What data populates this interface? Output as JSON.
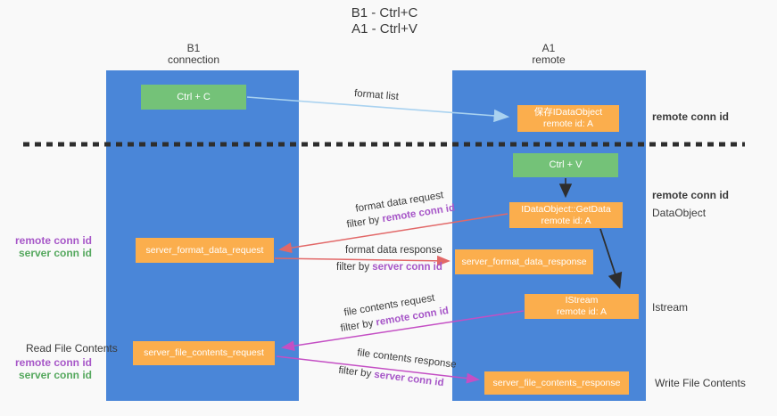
{
  "title": {
    "line1": "B1 - Ctrl+C",
    "line2": "A1 - Ctrl+V"
  },
  "lanes": {
    "left": {
      "title": "B1",
      "subtitle": "connection"
    },
    "right": {
      "title": "A1",
      "subtitle": "remote"
    }
  },
  "nodes": {
    "ctrl_c": "Ctrl + C",
    "ctrl_v": "Ctrl + V",
    "save_dataobject_line1": "保存IDataObject",
    "save_dataobject_line2": "remote id: A",
    "getdata_line1": "IDataObject::GetData",
    "getdata_line2": "remote id: A",
    "istream_line1": "IStream",
    "istream_line2": "remote id: A",
    "format_request": "server_format_data_request",
    "format_response": "server_format_data_response",
    "file_request": "server_file_contents_request",
    "file_response": "server_file_contents_response"
  },
  "edge_labels": {
    "format_list": "format list",
    "format_data_request": "format data request",
    "format_data_response": "format data response",
    "file_contents_request": "file contents request",
    "file_contents_response": "file contents response",
    "filter_by": "filter by ",
    "remote_conn_id": "remote conn id",
    "server_conn_id": "server conn id"
  },
  "side_labels": {
    "left_remote_conn_id": "remote conn id",
    "left_server_conn_id": "server conn id",
    "read_file_contents": "Read File Contents",
    "bottom_remote_conn_id": "remote conn id",
    "bottom_server_conn_id": "server conn id",
    "right_remote_conn_id_1": "remote conn id",
    "right_remote_conn_id_2": "remote conn id",
    "dataobject": "DataObject",
    "istream": "Istream",
    "write_file_contents": "Write File Contents"
  },
  "colors": {
    "lane_blue": "#4a86d8",
    "box_orange": "#fbae4d",
    "box_green": "#74c278",
    "purple_text": "#a757c8",
    "green_text": "#55a85e",
    "arrow_light_blue": "#a9d2f0",
    "arrow_red": "#e26868",
    "arrow_magenta": "#c44fc4",
    "arrow_black": "#2e2e2e",
    "dashed_line": "#2e2e2e",
    "background": "#f9f9f9"
  }
}
